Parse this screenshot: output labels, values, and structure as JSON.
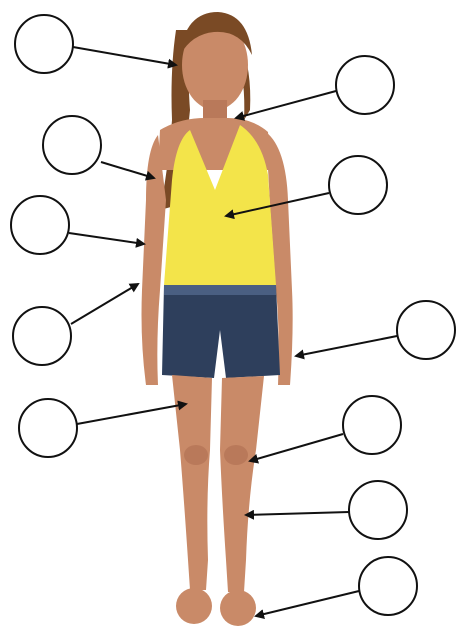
{
  "colors": {
    "background": "#ffffff",
    "outline": "#111111",
    "skin": "#c98a68",
    "skin_shadow": "#a86a4c",
    "hair": "#7a4a25",
    "top": "#f3e44a",
    "shorts": "#2e3f5c",
    "shorts_light": "#4a5f82"
  },
  "labels": [
    {
      "id": "hair",
      "answer": ""
    },
    {
      "id": "neck",
      "answer": ""
    },
    {
      "id": "shoulder",
      "answer": ""
    },
    {
      "id": "chest",
      "answer": ""
    },
    {
      "id": "arm",
      "answer": ""
    },
    {
      "id": "elbow",
      "answer": ""
    },
    {
      "id": "hand",
      "answer": ""
    },
    {
      "id": "leg",
      "answer": ""
    },
    {
      "id": "knee",
      "answer": ""
    },
    {
      "id": "shin",
      "answer": ""
    },
    {
      "id": "foot",
      "answer": ""
    }
  ],
  "figure": {
    "icon": "girl-figure",
    "description_visible": false
  }
}
